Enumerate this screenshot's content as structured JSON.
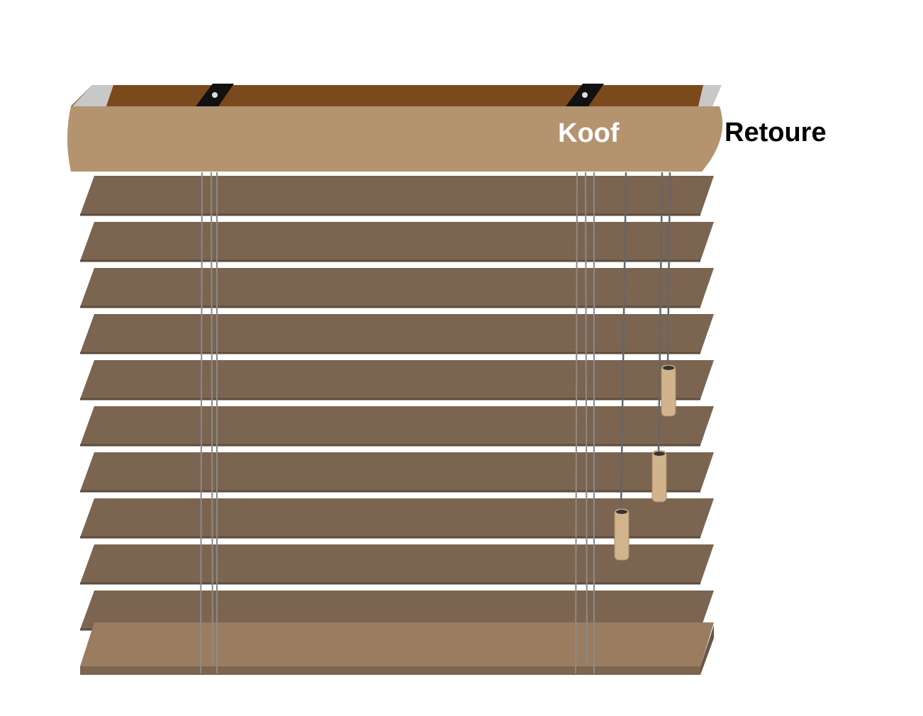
{
  "labels": {
    "headrail": "Koof",
    "return": "Retoure"
  },
  "slat_count": 10,
  "colors": {
    "headrail": "#b4946f",
    "headrail_inner": "#7a4a1c",
    "slat": "#7b6550",
    "slat_edge": "#5e4c3c",
    "bottom_rail": "#9a7d60",
    "cord": "#8a8a8a",
    "tassel": "#d2b48c"
  }
}
